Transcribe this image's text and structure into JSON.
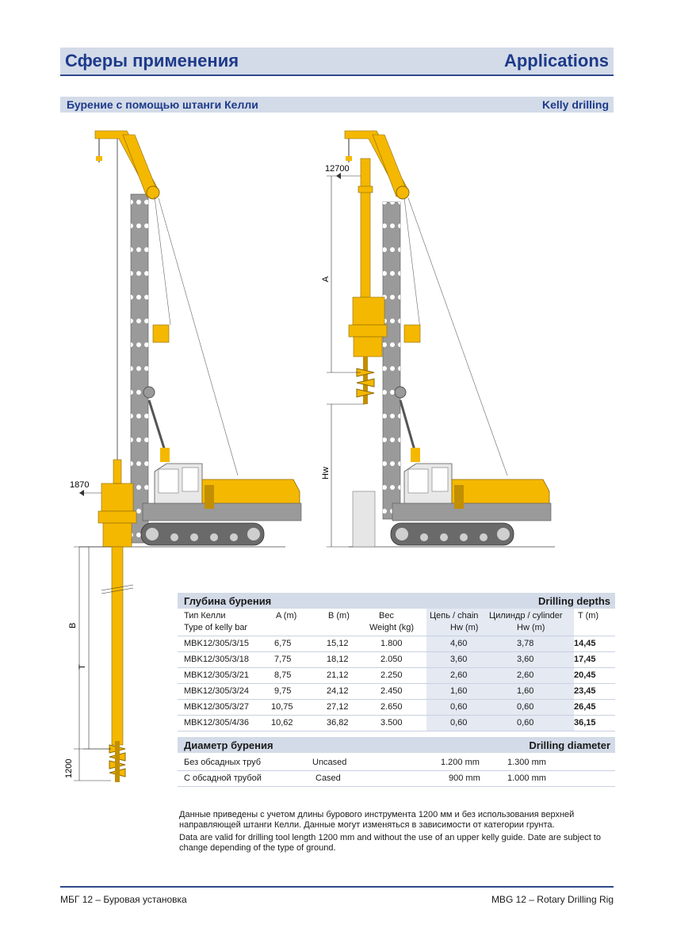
{
  "header": {
    "title_ru": "Сферы применения",
    "title_en": "Applications"
  },
  "subheader": {
    "title_ru": "Бурение с помощью штанги Келли",
    "title_en": "Kelly drilling"
  },
  "drawing": {
    "dim_1870": "1870",
    "dim_12700": "12700",
    "dim_A": "A",
    "dim_Hw": "Hw",
    "dim_B": "B",
    "dim_T": "T",
    "dim_1200": "1200"
  },
  "depths": {
    "title_ru": "Глубина бурения",
    "title_en": "Drilling depths",
    "head": {
      "type_ru": "Тип Келли",
      "type_en": "Type of kelly bar",
      "a": "A (m)",
      "b": "B (m)",
      "weight_ru": "Вес",
      "weight_en": "Weight (kg)",
      "chain_ru": "Цепь / chain",
      "chain_en": "Hw (m)",
      "cyl_ru": "Цилиндр / cylinder",
      "cyl_en": "Hw (m)",
      "t": "T (m)"
    },
    "rows": [
      {
        "type": "MBK12/305/3/15",
        "a": "6,75",
        "b": "15,12",
        "w": "1.800",
        "chain": "4,60",
        "cyl": "3,78",
        "t": "14,45"
      },
      {
        "type": "MBK12/305/3/18",
        "a": "7,75",
        "b": "18,12",
        "w": "2.050",
        "chain": "3,60",
        "cyl": "3,60",
        "t": "17,45"
      },
      {
        "type": "MBK12/305/3/21",
        "a": "8,75",
        "b": "21,12",
        "w": "2.250",
        "chain": "2,60",
        "cyl": "2,60",
        "t": "20,45"
      },
      {
        "type": "MBK12/305/3/24",
        "a": "9,75",
        "b": "24,12",
        "w": "2.450",
        "chain": "1,60",
        "cyl": "1,60",
        "t": "23,45"
      },
      {
        "type": "MBK12/305/3/27",
        "a": "10,75",
        "b": "27,12",
        "w": "2.650",
        "chain": "0,60",
        "cyl": "0,60",
        "t": "26,45"
      },
      {
        "type": "MBK12/305/4/36",
        "a": "10,62",
        "b": "36,82",
        "w": "3.500",
        "chain": "0,60",
        "cyl": "0,60",
        "t": "36,15"
      }
    ]
  },
  "diameter": {
    "title_ru": "Диаметр бурения",
    "title_en": "Drilling diameter",
    "rows": [
      {
        "ru": "Без обсадных труб",
        "en": "Uncased",
        "d1": "1.200 mm",
        "d2": "1.300 mm"
      },
      {
        "ru": "С обсадной трубой",
        "en": "Cased",
        "d1": "900 mm",
        "d2": "1.000 mm"
      }
    ]
  },
  "notes": {
    "ru": "Данные приведены с учетом длины бурового инструмента 1200 мм и без использования верхней направляющей штанги Келли. Данные могут изменяться в зависимости от категории грунта.",
    "en": "Data are valid for drilling tool length 1200 mm and without the use of an upper kelly guide. Date are subject to change depending of the type of ground."
  },
  "footer": {
    "left": "МБГ 12 – Буровая установка",
    "right": "MBG 12 – Rotary Drilling Rig"
  },
  "colors": {
    "brand_blue": "#1e3a8a",
    "band": "#d3dbe8",
    "machine_yellow": "#f5b800",
    "machine_gray": "#8c8c8c"
  }
}
